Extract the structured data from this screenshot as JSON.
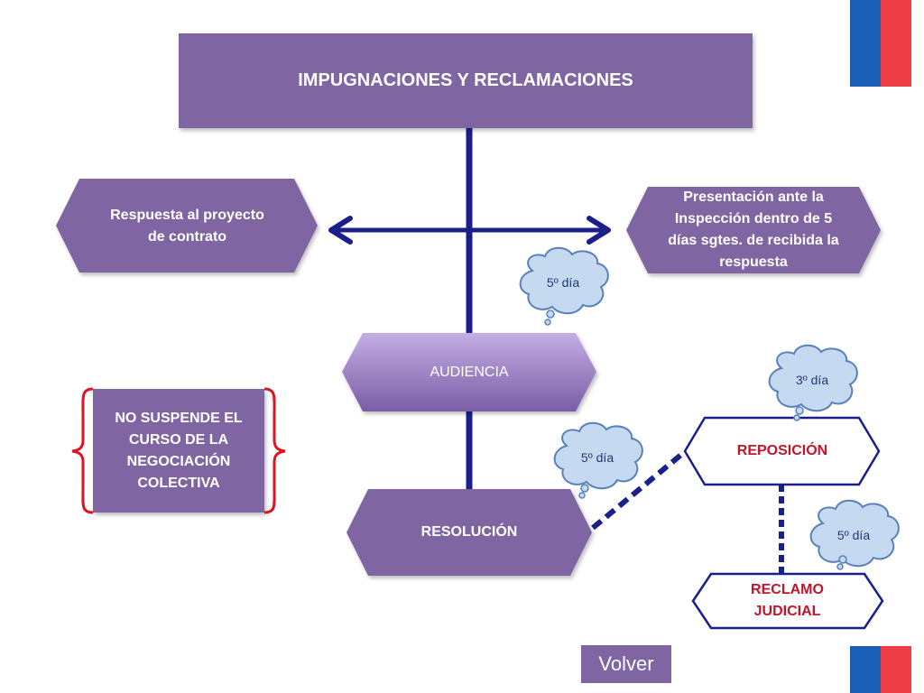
{
  "title": "IMPUGNACIONES Y RECLAMACIONES",
  "nodes": {
    "respuesta": "Respuesta al proyecto de contrato",
    "presentacion": "Presentación ante la Inspección dentro de 5 días sgtes. de recibida la respuesta",
    "audiencia": "AUDIENCIA",
    "no_suspende": "NO SUSPENDE EL CURSO DE LA NEGOCIACIÓN COLECTIVA",
    "resolucion": "RESOLUCIÓN",
    "reposicion": "REPOSICIÓN",
    "reclamo": "RECLAMO JUDICIAL"
  },
  "clouds": {
    "dia5_top": "5º día",
    "dia3": "3º día",
    "dia5_mid": "5º día",
    "dia5_bottom": "5º día"
  },
  "volver_label": "Volver",
  "colors": {
    "purple": "#8065a3",
    "light_purple": "#b59cd6",
    "navy": "#1b1f8a",
    "red": "#c0152a",
    "cloud_fill": "#c5d9f1",
    "cloud_stroke": "#5b80b9"
  }
}
